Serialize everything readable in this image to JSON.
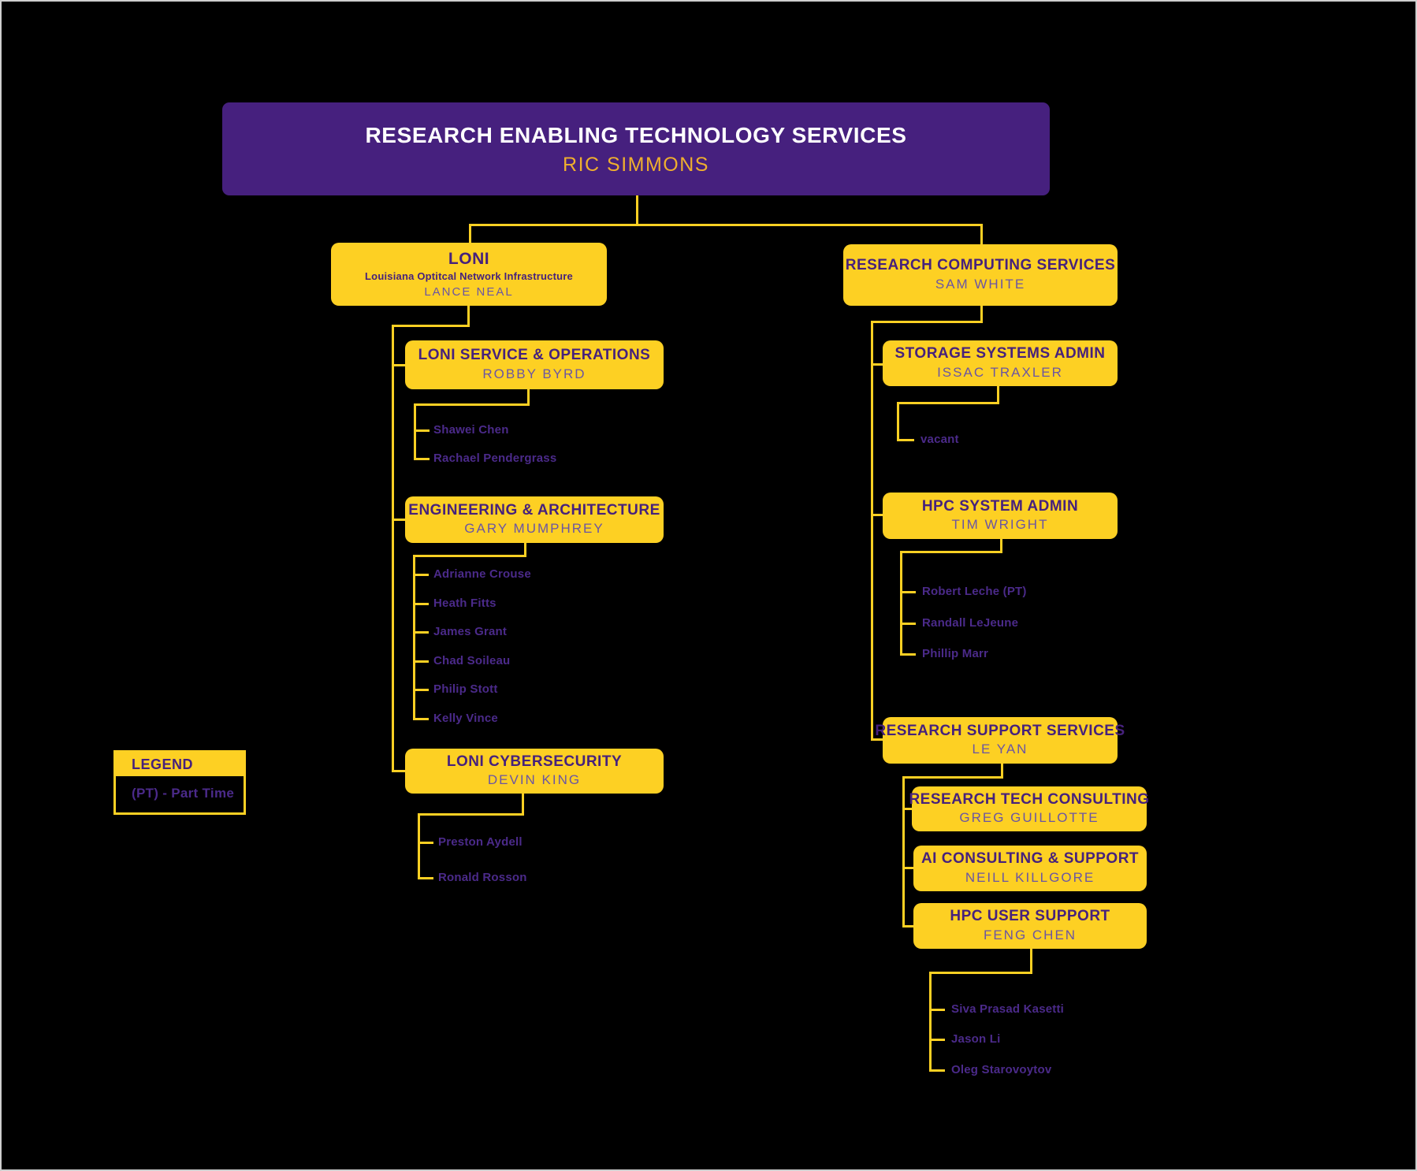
{
  "palette": {
    "background": "#000000",
    "purple": "#46207E",
    "gold": "#FDD023",
    "root_title_color": "#FFFFFF",
    "root_name_color": "#EFAF2E",
    "box_title_color": "#46217C",
    "box_name_color": "#6A55A4",
    "member_color": "#4B2A8A"
  },
  "header": {
    "title": "RESEARCH ENABLING TECHNOLOGY SERVICES",
    "name": "RIC SIMMONS"
  },
  "legend": {
    "title": "LEGEND",
    "entry": "(PT) - Part Time"
  },
  "loni": {
    "title": "LONI",
    "subtitle": "Louisiana Optitcal Network Infrastructure",
    "name": "LANCE NEAL"
  },
  "loni_service": {
    "title": "LONI SERVICE & OPERATIONS",
    "name": "ROBBY BYRD",
    "members": [
      "Shawei Chen",
      "Rachael Pendergrass"
    ]
  },
  "engineering": {
    "title": "ENGINEERING & ARCHITECTURE",
    "name": "GARY MUMPHREY",
    "members": [
      "Adrianne Crouse",
      "Heath Fitts",
      "James Grant",
      "Chad Soileau",
      "Philip Stott",
      "Kelly Vince"
    ]
  },
  "cybersecurity": {
    "title": "LONI CYBERSECURITY",
    "name": "DEVIN KING",
    "members": [
      "Preston Aydell",
      "Ronald Rosson"
    ]
  },
  "rcs": {
    "title": "RESEARCH COMPUTING SERVICES",
    "name": "SAM WHITE"
  },
  "storage": {
    "title": "STORAGE SYSTEMS ADMIN",
    "name": "ISSAC TRAXLER",
    "members": [
      "vacant"
    ]
  },
  "hpc_admin": {
    "title": "HPC SYSTEM ADMIN",
    "name": "TIM WRIGHT",
    "members": [
      "Robert Leche (PT)",
      "Randall LeJeune",
      "Phillip Marr"
    ]
  },
  "rss": {
    "title": "RESEARCH SUPPORT SERVICES",
    "name": "LE YAN"
  },
  "rtc": {
    "title": "RESEARCH TECH CONSULTING",
    "name": "GREG GUILLOTTE"
  },
  "ai": {
    "title": "AI CONSULTING & SUPPORT",
    "name": "NEILL KILLGORE"
  },
  "hpc_user": {
    "title": "HPC USER SUPPORT",
    "name": "FENG CHEN",
    "members": [
      "Siva Prasad Kasetti",
      "Jason Li",
      "Oleg Starovoytov"
    ]
  }
}
